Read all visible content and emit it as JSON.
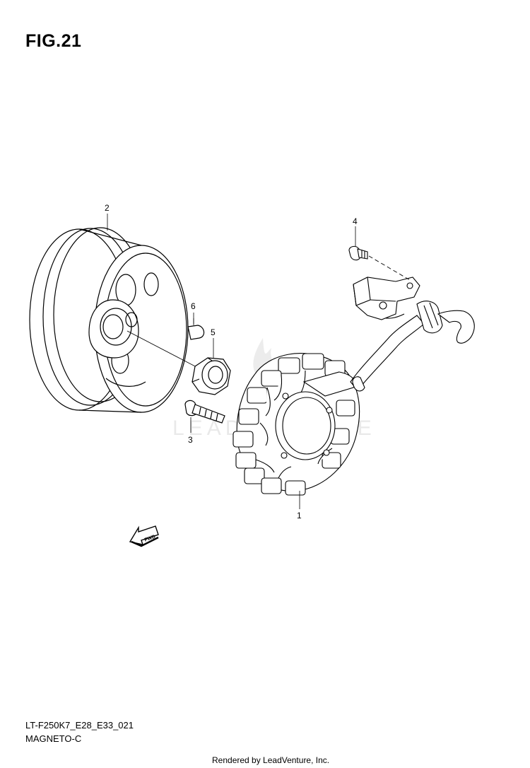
{
  "figure_title": "FIG.21",
  "drawing_code": "LT-F250K7_E28_E33_021",
  "assembly_name": "MAGNETO-C",
  "footer": "Rendered by LeadVenture, Inc.",
  "watermark": "LEADVENTURE",
  "fwd_arrow_label": "FWD",
  "callouts": [
    {
      "id": "part-1",
      "label": "1"
    },
    {
      "id": "part-2",
      "label": "2"
    },
    {
      "id": "part-3",
      "label": "3"
    },
    {
      "id": "part-4",
      "label": "4"
    },
    {
      "id": "part-5",
      "label": "5"
    },
    {
      "id": "part-6",
      "label": "6"
    }
  ],
  "colors": {
    "line": "#000000",
    "background": "#ffffff",
    "watermark": "#cfcfcf"
  }
}
